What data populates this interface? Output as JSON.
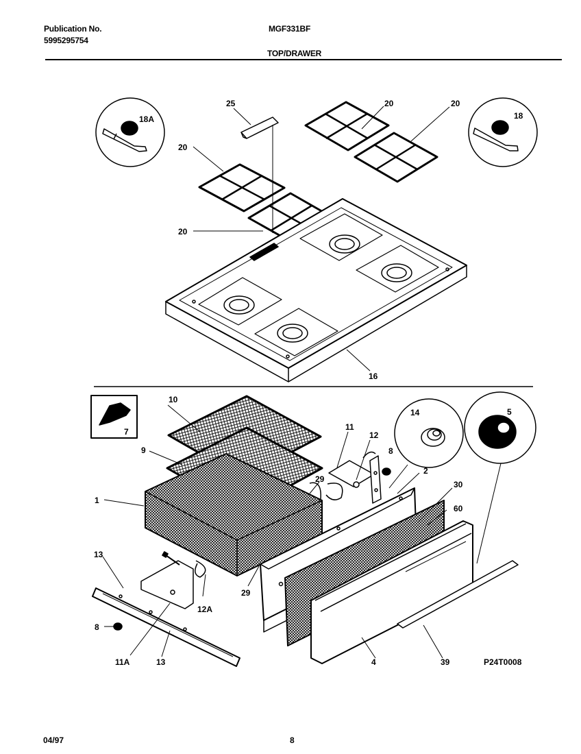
{
  "header": {
    "publication_label": "Publication No.",
    "publication_number": "5995295754",
    "model": "MGF331BF",
    "section_title": "TOP/DRAWER"
  },
  "callouts": {
    "c25": "25",
    "c20a": "20",
    "c20b": "20",
    "c20c": "20",
    "c20d": "20",
    "c18a": "18A",
    "c18": "18",
    "c16": "16",
    "c10": "10",
    "c9": "9",
    "c1": "1",
    "c7": "7",
    "c11": "11",
    "c12": "12",
    "c8a": "8",
    "c14": "14",
    "c5": "5",
    "c2": "2",
    "c30": "30",
    "c60": "60",
    "c29a": "29",
    "c29b": "29",
    "c13a": "13",
    "c13b": "13",
    "c12a": "12A",
    "c8b": "8",
    "c11a": "11A",
    "c4": "4",
    "c39": "39"
  },
  "diagram_code": "P24T0008",
  "footer": {
    "date": "04/97",
    "page": "8"
  }
}
